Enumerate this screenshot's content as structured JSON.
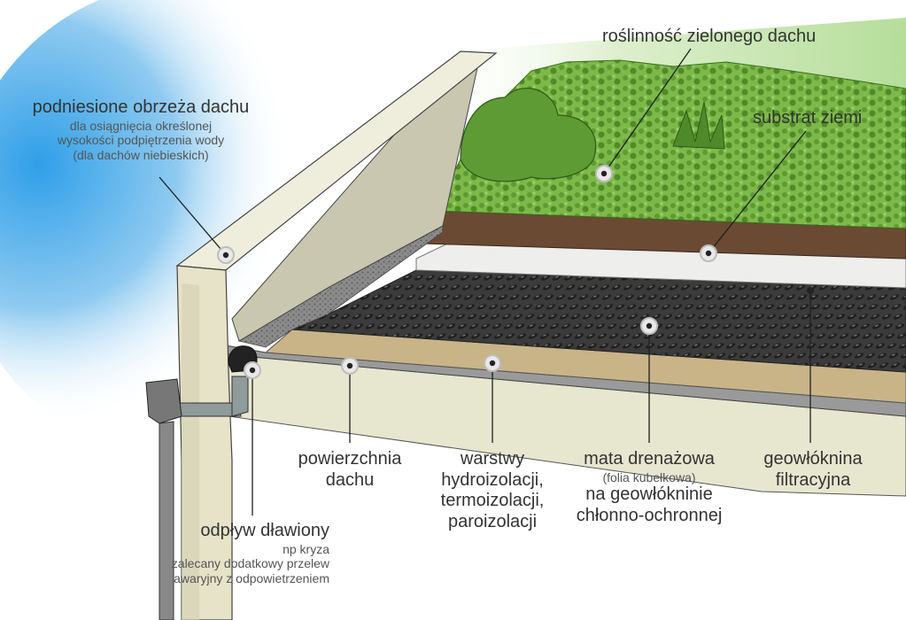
{
  "labels": {
    "rim": {
      "title": "podniesione obrzeża dachu",
      "desc": [
        "dla osiągnięcia określonej",
        "wysokości podpiętrzenia wody",
        "(dla dachów niebieskich)"
      ]
    },
    "vegetation": {
      "title": "roślinność zielonego dachu"
    },
    "substrate": {
      "title": "substrat ziemi"
    },
    "geotextile": {
      "lines": [
        "geowłóknina",
        "filtracyjna"
      ]
    },
    "drain_mat": {
      "title": "mata drenażowa",
      "note": "(folia kubełkowa)",
      "lines": [
        "na geowłókninie",
        "chłonno-ochronnej"
      ]
    },
    "layers": {
      "lines": [
        "warstwy",
        "hydroizolacji,",
        "termoizolacji,",
        "paroizolacji"
      ]
    },
    "roof_surface": {
      "lines": [
        "powierzchnia",
        "dachu"
      ]
    },
    "outlet": {
      "title": "odpływ dławiony",
      "desc": [
        "np kryza",
        "zalecany dodatkowy przelew",
        "awaryjny z odpowietrzeniem"
      ]
    }
  }
}
